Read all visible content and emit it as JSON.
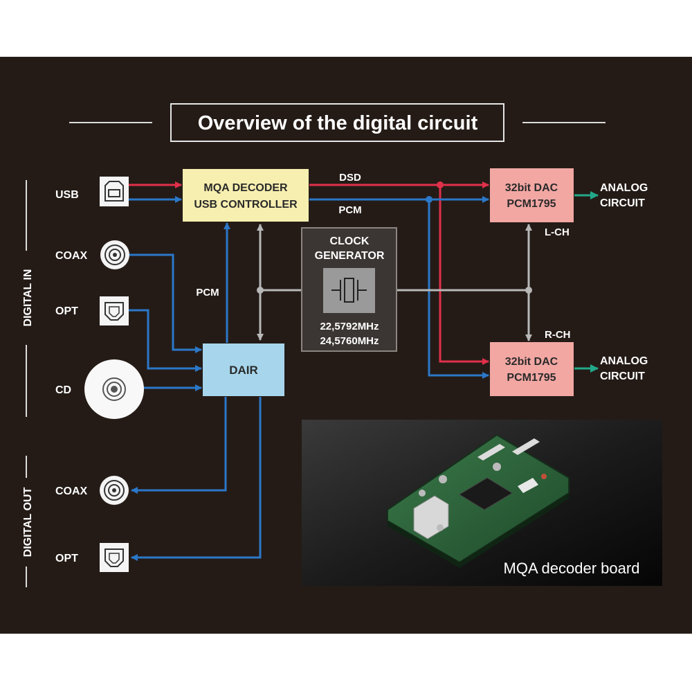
{
  "title": "Overview of the digital circuit",
  "side_labels": {
    "digital_in": "DIGITAL IN",
    "digital_out": "DIGITAL OUT"
  },
  "inputs": {
    "usb": "USB",
    "coax": "COAX",
    "opt": "OPT",
    "cd": "CD"
  },
  "outputs": {
    "coax": "COAX",
    "opt": "OPT"
  },
  "mqa_block": {
    "line1": "MQA DECODER",
    "line2": "USB CONTROLLER"
  },
  "dair_block": {
    "label": "DAIR"
  },
  "clock_block": {
    "line1": "CLOCK",
    "line2": "GENERATOR",
    "freq1": "22,5792MHz",
    "freq2": "24,5760MHz"
  },
  "dac_top": {
    "line1": "32bit DAC",
    "line2": "PCM1795",
    "channel": "L-CH"
  },
  "dac_bottom": {
    "line1": "32bit DAC",
    "line2": "PCM1795",
    "channel": "R-CH"
  },
  "analog_top": {
    "line1": "ANALOG",
    "line2": "CIRCUIT"
  },
  "analog_bottom": {
    "line1": "ANALOG",
    "line2": "CIRCUIT"
  },
  "signals": {
    "dsd": "DSD",
    "pcm": "PCM",
    "pcm_vertical": "PCM"
  },
  "photo_caption": "MQA decoder board",
  "colors": {
    "background": "#241b17",
    "dsd_line": "#e0304a",
    "pcm_line": "#2b78c8",
    "clock_line": "#b8b8b8",
    "analog_arrow": "#22a98a",
    "mqa_fill": "#f7efb0",
    "dac_fill": "#f2a7a3",
    "dair_fill": "#a7d6ec",
    "clock_fill": "#3b3633"
  }
}
